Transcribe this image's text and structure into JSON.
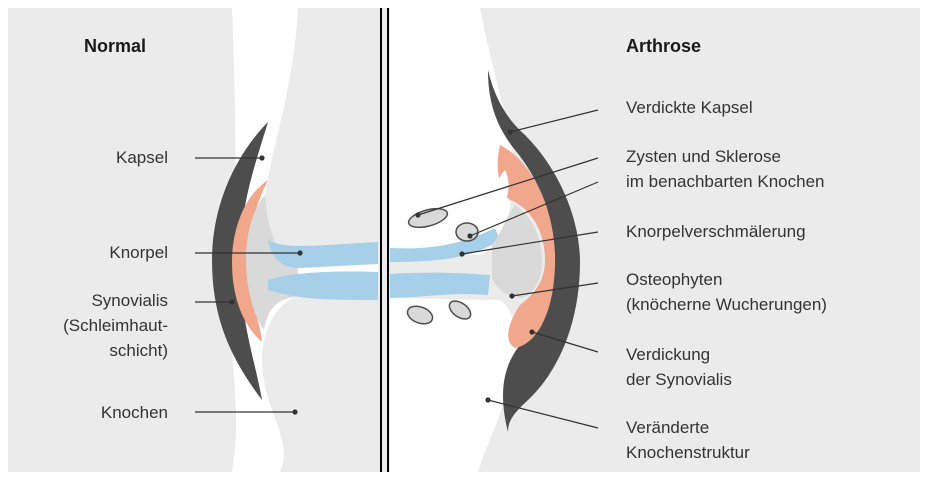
{
  "titles": {
    "left": "Normal",
    "right": "Arthrose"
  },
  "left_labels": {
    "kapsel": "Kapsel",
    "knorpel": "Knorpel",
    "synovialis_1": "Synovialis",
    "synovialis_2": "(Schleimhaut-",
    "synovialis_3": "schicht)",
    "knochen": "Knochen"
  },
  "right_labels": {
    "verdickte_kapsel": "Verdickte Kapsel",
    "zysten_1": "Zysten und Sklerose",
    "zysten_2": "im benachbarten Knochen",
    "knorpel": "Knorpelverschmälerung",
    "osteo_1": "Osteophyten",
    "osteo_2": "(knöcherne Wucherungen)",
    "synovialis_1": "Verdickung",
    "synovialis_2": "der Synovialis",
    "knochen_1": "Veränderte",
    "knochen_2": "Knochenstruktur"
  },
  "colors": {
    "background": "#ebebeb",
    "capsule": "#4d4d4d",
    "synovium": "#f0a78c",
    "bone": "#ffffff",
    "cartilage_core": "#d9d9d9",
    "cartilage": "#a6d0ea",
    "divider": "#000000"
  }
}
